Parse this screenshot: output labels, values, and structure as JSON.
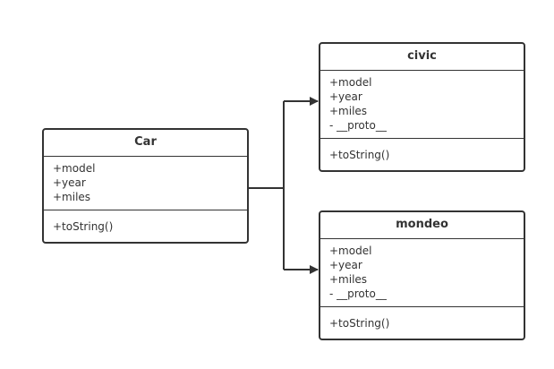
{
  "classes": {
    "car": {
      "name": "Car",
      "attributes": [
        "+model",
        "+year",
        "+miles"
      ],
      "methods": [
        "+toString()"
      ]
    },
    "civic": {
      "name": "civic",
      "attributes": [
        "+model",
        "+year",
        "+miles",
        "- __proto__"
      ],
      "methods": [
        "+toString()"
      ]
    },
    "mondeo": {
      "name": "mondeo",
      "attributes": [
        "+model",
        "+year",
        "+miles",
        "- __proto__"
      ],
      "methods": [
        "+toString()"
      ]
    }
  },
  "colors": {
    "stroke": "#333333",
    "background": "#ffffff"
  }
}
